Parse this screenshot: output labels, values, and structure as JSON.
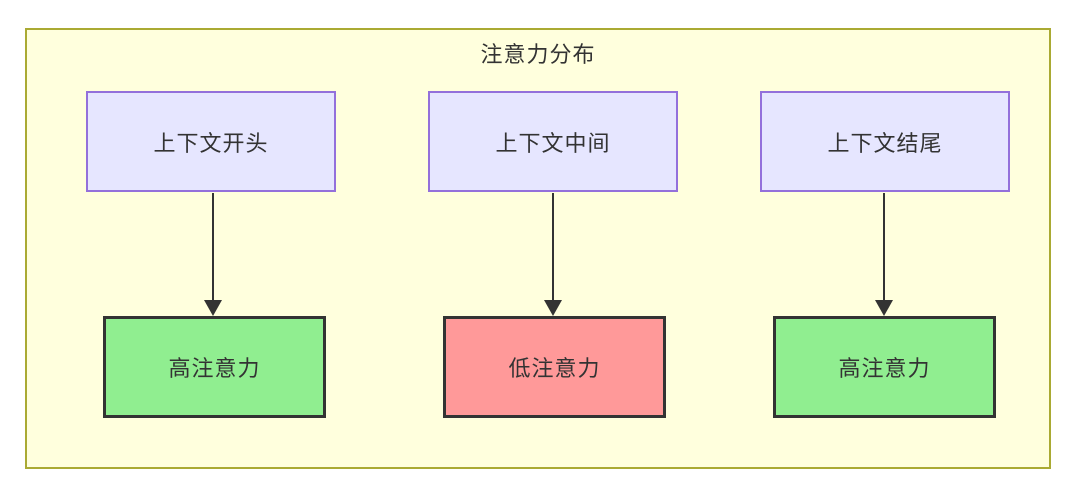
{
  "diagram": {
    "title": "注意力分布",
    "container": {
      "fill": "#ffffdd",
      "stroke": "#aaaa33"
    },
    "context_nodes": [
      {
        "id": "ctx-start",
        "label": "上下文开头",
        "fill": "#e6e6ff",
        "stroke": "#9370db"
      },
      {
        "id": "ctx-middle",
        "label": "上下文中间",
        "fill": "#e6e6ff",
        "stroke": "#9370db"
      },
      {
        "id": "ctx-end",
        "label": "上下文结尾",
        "fill": "#e6e6ff",
        "stroke": "#9370db"
      }
    ],
    "attention_nodes": [
      {
        "id": "att-high-start",
        "label": "高注意力",
        "fill": "#90ee90",
        "stroke": "#333333"
      },
      {
        "id": "att-low-middle",
        "label": "低注意力",
        "fill": "#ff9999",
        "stroke": "#333333"
      },
      {
        "id": "att-high-end",
        "label": "高注意力",
        "fill": "#90ee90",
        "stroke": "#333333"
      }
    ],
    "edges": [
      {
        "from": "上下文开头",
        "to": "高注意力"
      },
      {
        "from": "上下文中间",
        "to": "低注意力"
      },
      {
        "from": "上下文结尾",
        "to": "高注意力"
      }
    ]
  }
}
